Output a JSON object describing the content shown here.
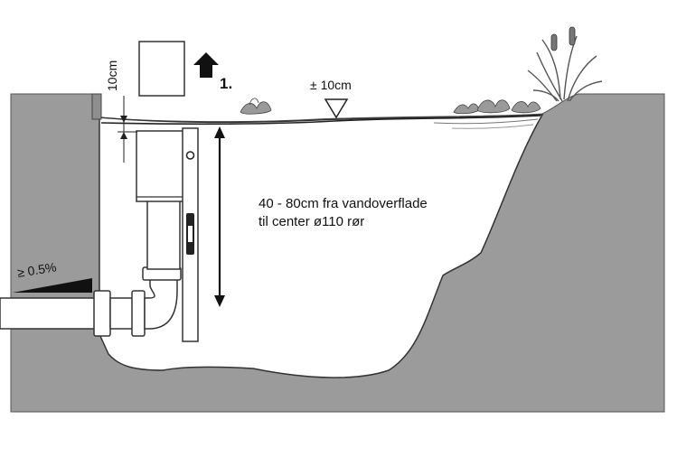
{
  "labels": {
    "clearance": "10cm",
    "step": "1.",
    "level_tolerance": "± 10cm",
    "depth_line1": "40 - 80cm fra vandoverflade",
    "depth_line2": "til center ø110 rør",
    "slope": "≥ 0.5%"
  },
  "colors": {
    "ground": "#9b9b9b",
    "water": "#ffffff",
    "outline": "#222222",
    "slope_wedge": "#111111",
    "plants": "#8a8a8a"
  },
  "icons": {
    "lift_arrow": "arrow-up-icon",
    "water_level_marker": "triangle-down-icon",
    "depth_arrow": "double-arrow-vertical-icon"
  }
}
